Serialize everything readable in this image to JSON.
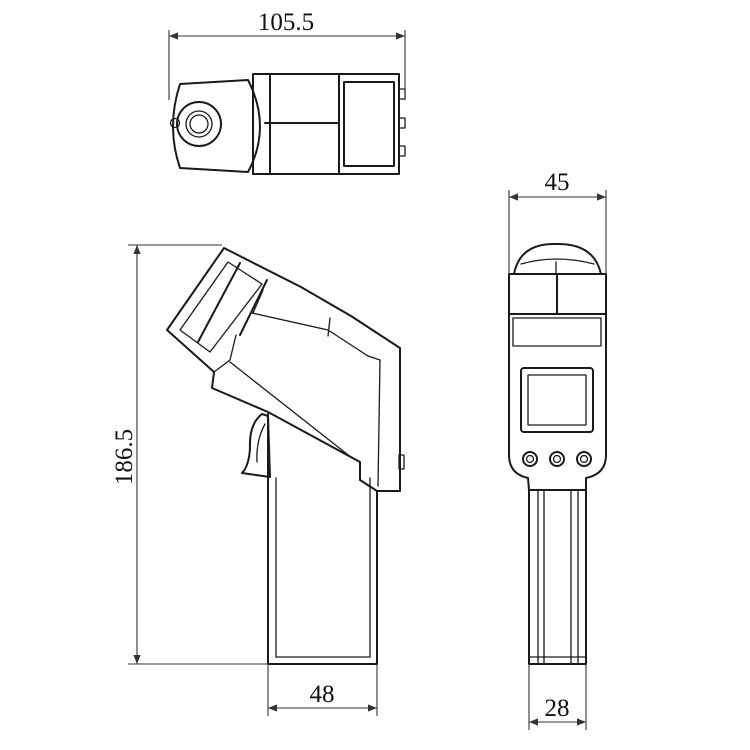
{
  "dimensions": {
    "length": "105.5",
    "width": "45",
    "height": "186.5",
    "grip_width": "48",
    "handle_depth": "28"
  },
  "colors": {
    "line": "#1a1a1a",
    "background": "#ffffff"
  }
}
